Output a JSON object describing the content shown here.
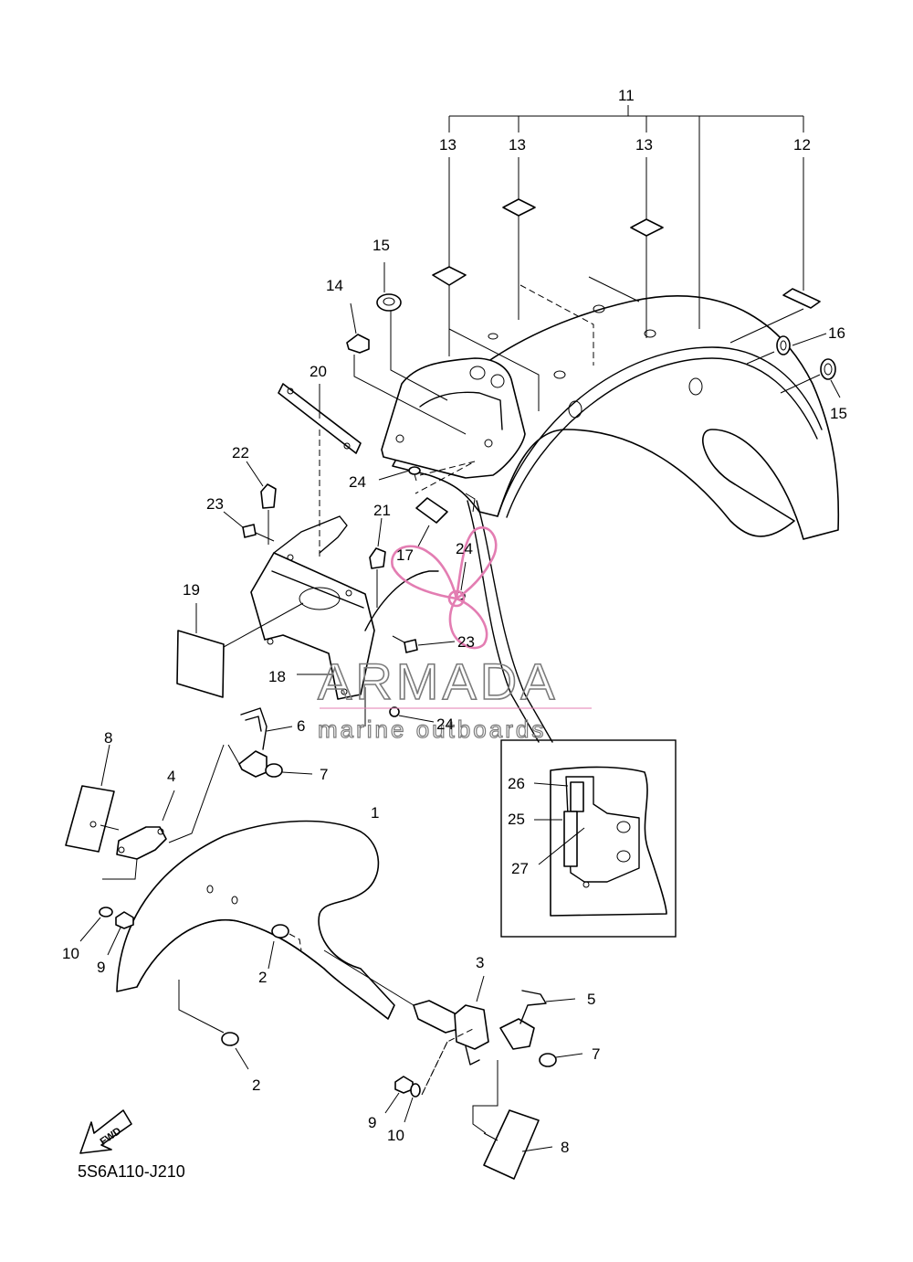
{
  "diagram_code": "5S6A110-J210",
  "fwd_label": "FWD",
  "watermark": {
    "brand": "ARMADA",
    "tagline": "marine outboards",
    "accent_color": "#e37db2"
  },
  "callouts": {
    "p1": "1",
    "p2a": "2",
    "p2b": "2",
    "p3": "3",
    "p4": "4",
    "p5": "5",
    "p6": "6",
    "p7a": "7",
    "p7b": "7",
    "p8a": "8",
    "p8b": "8",
    "p9a": "9",
    "p9b": "9",
    "p10a": "10",
    "p10b": "10",
    "p11": "11",
    "p12": "12",
    "p13a": "13",
    "p13b": "13",
    "p13c": "13",
    "p14": "14",
    "p15a": "15",
    "p15b": "15",
    "p16": "16",
    "p17": "17",
    "p18": "18",
    "p19": "19",
    "p20": "20",
    "p21": "21",
    "p22": "22",
    "p23a": "23",
    "p23b": "23",
    "p24a": "24",
    "p24b": "24",
    "p24c": "24",
    "p25": "25",
    "p26": "26",
    "p27": "27"
  }
}
